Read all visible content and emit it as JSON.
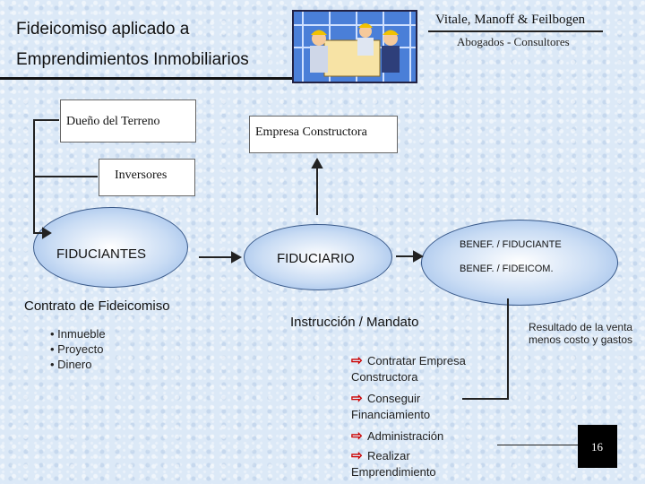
{
  "header": {
    "title_line1": "Fideicomiso aplicado a",
    "title_line2": "Emprendimientos Inmobiliarios",
    "firm": "Vitale, Manoff & Feilbogen",
    "firm_subtitle": "Abogados - Consultores"
  },
  "nodes": {
    "dueno": "Dueño del Terreno",
    "inversores": "Inversores",
    "empresa": "Empresa Constructora",
    "fiduciantes": "FIDUCIANTES",
    "fiduciario": "FIDUCIARIO",
    "benef_fiduciante": "BENEF. / FIDUCIANTE",
    "benef_fideicom": "BENEF. / FIDEICOM."
  },
  "contrato": {
    "title": "Contrato de Fideicomiso",
    "items": [
      "Inmueble",
      "Proyecto",
      "Dinero"
    ]
  },
  "instruccion": {
    "title": "Instrucción / Mandato",
    "steps": [
      {
        "line1": "Contratar Empresa",
        "line2": "Constructora"
      },
      {
        "line1": "Conseguir",
        "line2": "Financiamiento"
      },
      {
        "line1": "Administración",
        "line2": ""
      },
      {
        "line1": "Realizar",
        "line2": "Emprendimiento"
      }
    ]
  },
  "resultado": {
    "line1": "Resultado de la venta",
    "line2": "menos costo y gastos"
  },
  "page_number": "16",
  "colors": {
    "bullet_arrow": "#cc0000",
    "ellipse_edge": "#3a5a8a"
  },
  "icons": {
    "step_marker": "arrow-icon",
    "header_picture": "construction-workers-picture"
  }
}
